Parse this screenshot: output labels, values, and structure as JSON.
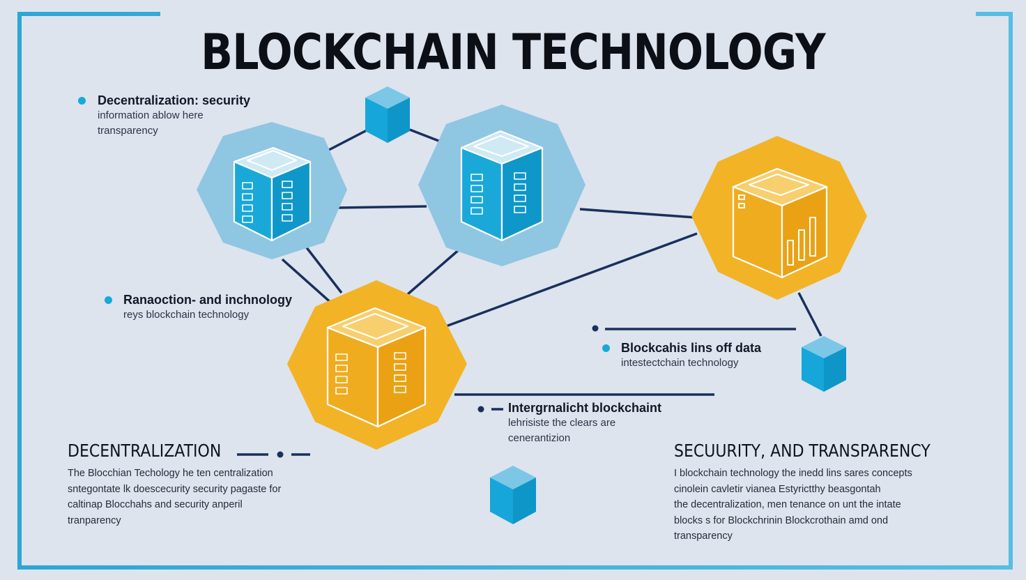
{
  "title": "BLOCKCHAIN TECHNOLOGY",
  "notes": {
    "top_left": {
      "heading": "Decentralization: security",
      "lines": [
        "information ablow here",
        "transparency"
      ]
    },
    "mid_left": {
      "heading": "Ranaoction- and inchnology",
      "lines": [
        "reys blockchain technology"
      ]
    },
    "right": {
      "heading": "Blockcahis lins off data",
      "lines": [
        "intestectchain technology"
      ]
    },
    "center": {
      "heading": "Intergrnalicht blockchaint",
      "lines": [
        "lehrisiste the clears are",
        "cenerantizion"
      ]
    }
  },
  "sections": {
    "left": {
      "title": "DECENTRALIZATION",
      "lines": [
        "The Blocchian Techology he ten centralization",
        "sntegontate lk doescecurity security pagaste for",
        "caltinap Blocchahs and security anperil",
        "tranparency"
      ]
    },
    "right": {
      "title": "SECUURITY, AND TRANSPARENCY",
      "lines": [
        "I blockchain technology the inedd lins sares concepts",
        "cinolein cavletir vianea Estyrictthy beasgontah",
        "the decentralization, men tenance on unt the intate",
        "blocks s for Blockchrinin Blockcrothain amd ond",
        "transparency"
      ]
    }
  },
  "colors": {
    "blue_node": "#8fc6e2",
    "gold_node": "#f2b327",
    "cube": "#16a6d9",
    "connector": "#1a2f5c",
    "frame": "#2fa6d3"
  },
  "icons": [
    "server-cube-icon",
    "chart-cube-icon",
    "small-cube-icon"
  ]
}
